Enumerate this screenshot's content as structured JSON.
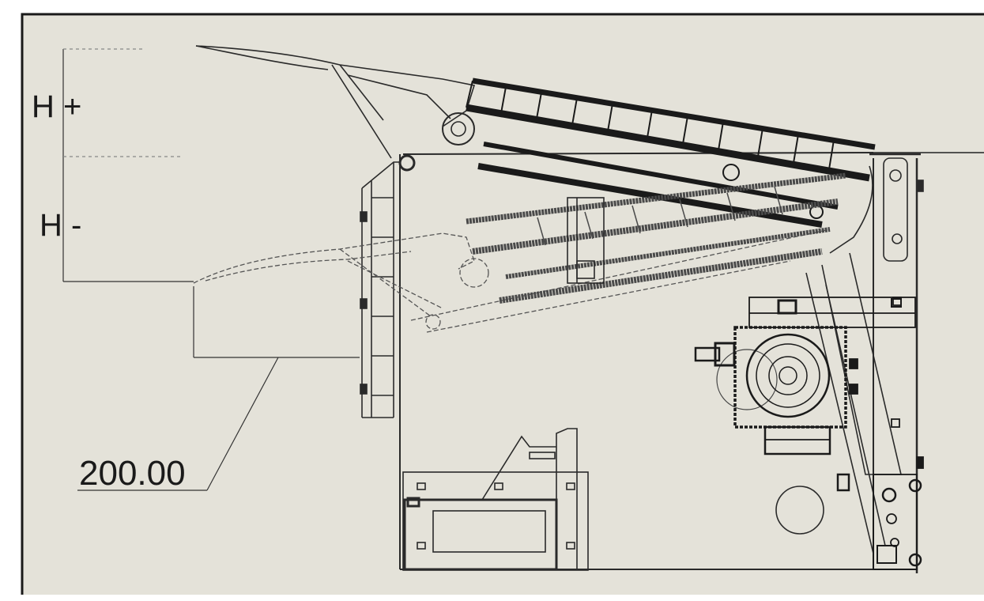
{
  "labels": {
    "raise": "H +",
    "lower": "H -",
    "dimension": "200.00"
  },
  "colors": {
    "sheet": "#e4e2d9",
    "frame": "#1a1a1a",
    "line": "#2a2a2a",
    "dashed": "#555555"
  }
}
